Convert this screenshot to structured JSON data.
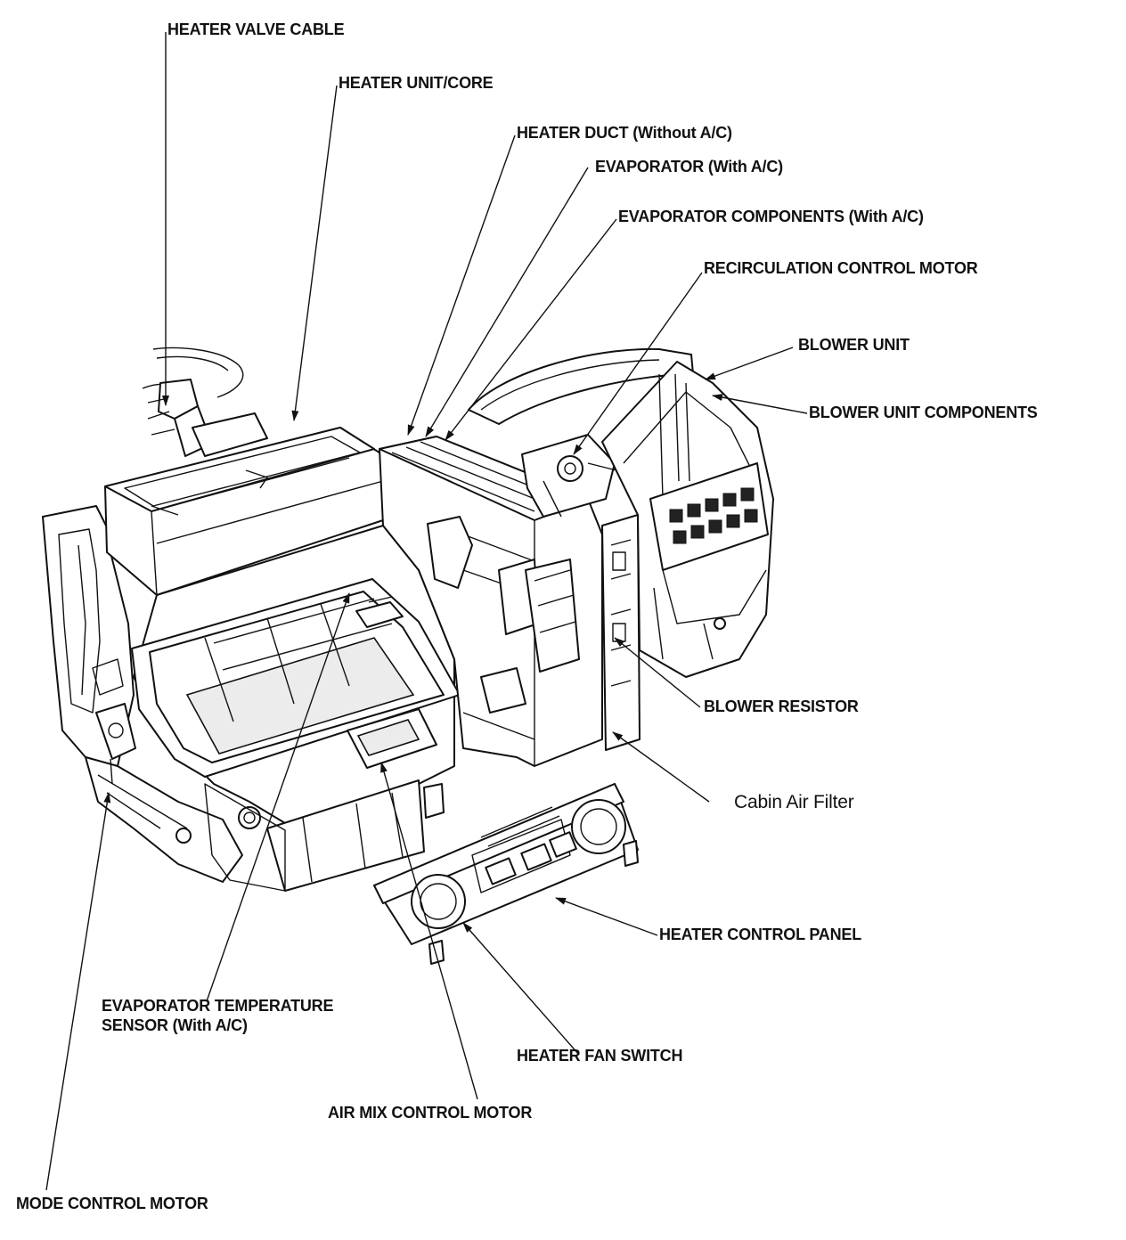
{
  "labels": {
    "heater_valve_cable": "HEATER VALVE CABLE",
    "heater_unit_core": "HEATER UNIT/CORE",
    "heater_duct": "HEATER DUCT (Without A/C)",
    "evaporator": "EVAPORATOR (With A/C)",
    "evaporator_components": "EVAPORATOR COMPONENTS (With A/C)",
    "recirculation_control_motor": "RECIRCULATION CONTROL MOTOR",
    "blower_unit": "BLOWER UNIT",
    "blower_unit_components": "BLOWER UNIT COMPONENTS",
    "blower_resistor": "BLOWER RESISTOR",
    "cabin_air_filter": "Cabin Air Filter",
    "heater_control_panel": "HEATER CONTROL PANEL",
    "evaporator_temperature_sensor": "EVAPORATOR TEMPERATURE\nSENSOR (With A/C)",
    "heater_fan_switch": "HEATER FAN SWITCH",
    "air_mix_control_motor": "AIR MIX CONTROL MOTOR",
    "mode_control_motor": "MODE CONTROL MOTOR"
  },
  "colors": {
    "ink": "#111111",
    "background": "#ffffff"
  }
}
